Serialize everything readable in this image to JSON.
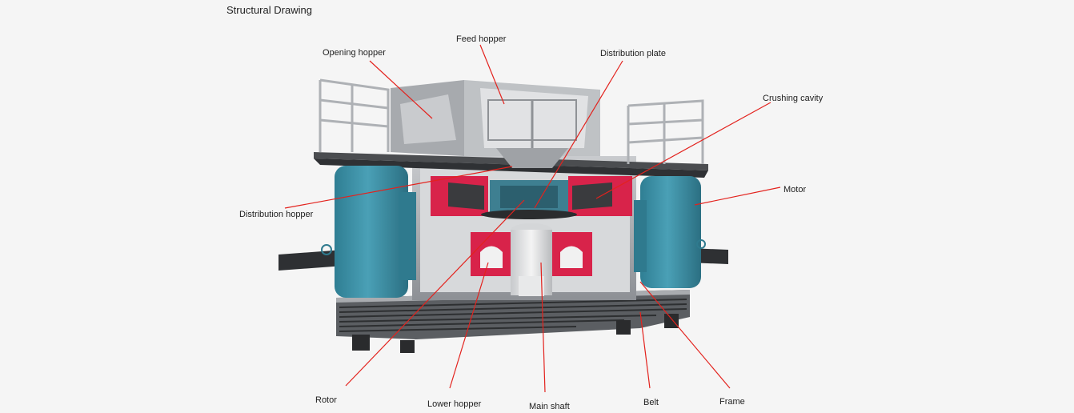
{
  "section_title": "Structural Drawing",
  "colors": {
    "background": "#f5f5f5",
    "leader_line": "#e3221d",
    "cavity_red": "#d8234a",
    "motor_blue": "#3f91a6",
    "steel_grey": "#8c8f94",
    "steel_dark": "#3b3d40"
  },
  "labels": {
    "opening_hopper": "Opening hopper",
    "feed_hopper": "Feed hopper",
    "distribution_plate": "Distribution plate",
    "crushing_cavity": "Crushing cavity",
    "motor": "Motor",
    "distribution_hopper": "Distribution hopper",
    "rotor": "Rotor",
    "lower_hopper": "Lower hopper",
    "main_shaft": "Main shaft",
    "belt": "Belt",
    "frame": "Frame"
  }
}
